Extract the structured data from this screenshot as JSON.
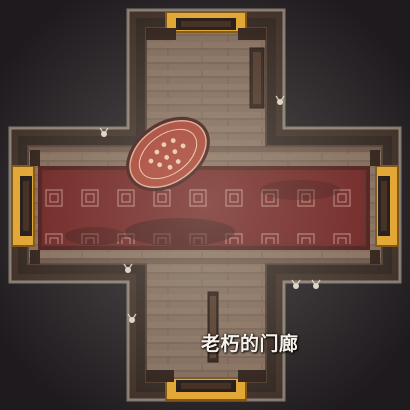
{
  "map": {
    "room_name": "老朽的门廊",
    "exits": [
      {
        "name": "north-door",
        "direction": "north"
      },
      {
        "name": "south-door",
        "direction": "south"
      },
      {
        "name": "west-door",
        "direction": "west"
      },
      {
        "name": "east-door",
        "direction": "east"
      }
    ],
    "furniture": [
      "long-red-carpet",
      "round-rug",
      "cabinet",
      "candle-stands"
    ],
    "colors": {
      "background": "#1f1a1e",
      "floor": "#7b6556",
      "carpet": "#6a1d1d",
      "door_frame": "#e0a22b",
      "wall_trim": "#3a2a23"
    }
  }
}
